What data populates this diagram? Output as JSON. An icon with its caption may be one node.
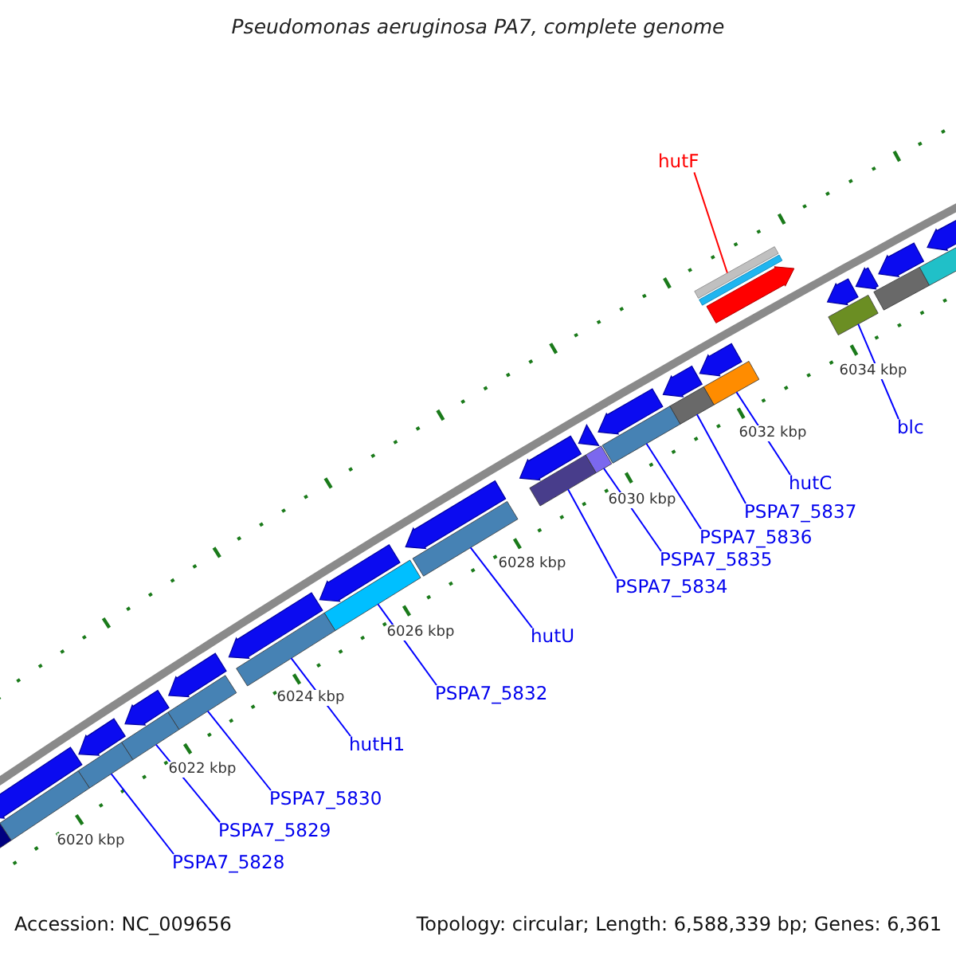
{
  "diagram": {
    "title": "Pseudomonas aeruginosa PA7, complete genome",
    "nodes": [
      {
        "text": [
          "hutF"
        ]
      },
      {
        "text": [
          "blc"
        ]
      },
      {
        "text": [
          "hutC"
        ]
      },
      {
        "text": [
          "PSPA7_5837"
        ]
      },
      {
        "text": [
          "PSPA7_5836"
        ]
      },
      {
        "text": [
          "PSPA7_5835"
        ]
      },
      {
        "text": [
          "PSPA7_5834"
        ]
      },
      {
        "text": [
          "hutU"
        ]
      },
      {
        "text": [
          "PSPA7_5832"
        ]
      },
      {
        "text": [
          "hutH1"
        ]
      },
      {
        "text": [
          "PSPA7_5830"
        ]
      },
      {
        "text": [
          "PSPA7_5829"
        ]
      },
      {
        "text": [
          "PSPA7_5828"
        ]
      },
      {
        "text": [],
        "shape": "bar"
      },
      {
        "text": [],
        "shape": "bar"
      },
      {
        "text": [],
        "shape": "bar"
      },
      {
        "text": [],
        "shape": "bar"
      },
      {
        "text": [],
        "shape": "bar"
      },
      {
        "text": [],
        "shape": "bar"
      },
      {
        "text": [],
        "shape": "bar"
      },
      {
        "text": [],
        "shape": "bar"
      },
      {
        "text": [],
        "shape": "bar"
      },
      {
        "text": [],
        "shape": "bar"
      },
      {
        "text": [],
        "shape": "bar"
      },
      {
        "text": [],
        "shape": "bar"
      },
      {
        "text": [],
        "shape": "bar"
      },
      {
        "text": [],
        "shape": "arrow"
      },
      {
        "text": [],
        "shape": "arrow"
      },
      {
        "text": [],
        "shape": "arrow"
      },
      {
        "text": [],
        "shape": "arrow"
      },
      {
        "text": [],
        "shape": "arrow"
      },
      {
        "text": [],
        "shape": "arrow"
      },
      {
        "text": [],
        "shape": "arrow"
      },
      {
        "text": [],
        "shape": "arrow"
      },
      {
        "text": [],
        "shape": "arrow"
      },
      {
        "text": [],
        "shape": "arrow"
      },
      {
        "text": [],
        "shape": "arrow"
      },
      {
        "text": [],
        "shape": "arrow"
      },
      {
        "text": [],
        "shape": "arrow"
      },
      {
        "text": [],
        "shape": "arrow"
      },
      {
        "text": [],
        "shape": "arrow"
      },
      {
        "text": [],
        "shape": "arrow"
      },
      {
        "text": [],
        "shape": "bar"
      },
      {
        "text": [],
        "shape": "bar"
      },
      {
        "text": [],
        "shape": "bar"
      },
      {
        "text": [],
        "shape": "bar"
      }
    ],
    "edges": [
      {
        "from": 0,
        "to": 13,
        "arrow": "none",
        "color": "#ff0000"
      },
      {
        "from": 1,
        "to": 14,
        "arrow": "none"
      },
      {
        "from": 2,
        "to": 15,
        "arrow": "none"
      },
      {
        "from": 3,
        "to": 16,
        "arrow": "none"
      },
      {
        "from": 4,
        "to": 17,
        "arrow": "none"
      },
      {
        "from": 5,
        "to": 18,
        "arrow": "none"
      },
      {
        "from": 6,
        "to": 19,
        "arrow": "none"
      },
      {
        "from": 7,
        "to": 20,
        "arrow": "none"
      },
      {
        "from": 8,
        "to": 21,
        "arrow": "none"
      },
      {
        "from": 9,
        "to": 22,
        "arrow": "none"
      },
      {
        "from": 10,
        "to": 23,
        "arrow": "none"
      },
      {
        "from": 11,
        "to": 24,
        "arrow": "none"
      },
      {
        "from": 12,
        "to": 25,
        "arrow": "none"
      }
    ],
    "labels": [
      "6034 kbp",
      "6032 kbp",
      "6030 kbp",
      "6028 kbp",
      "6026 kbp",
      "6024 kbp",
      "6022 kbp",
      "6020 kbp",
      "Accession: NC_009656",
      "Topology: circular; Length: 6,588,339 bp; Genes: 6,361"
    ]
  }
}
